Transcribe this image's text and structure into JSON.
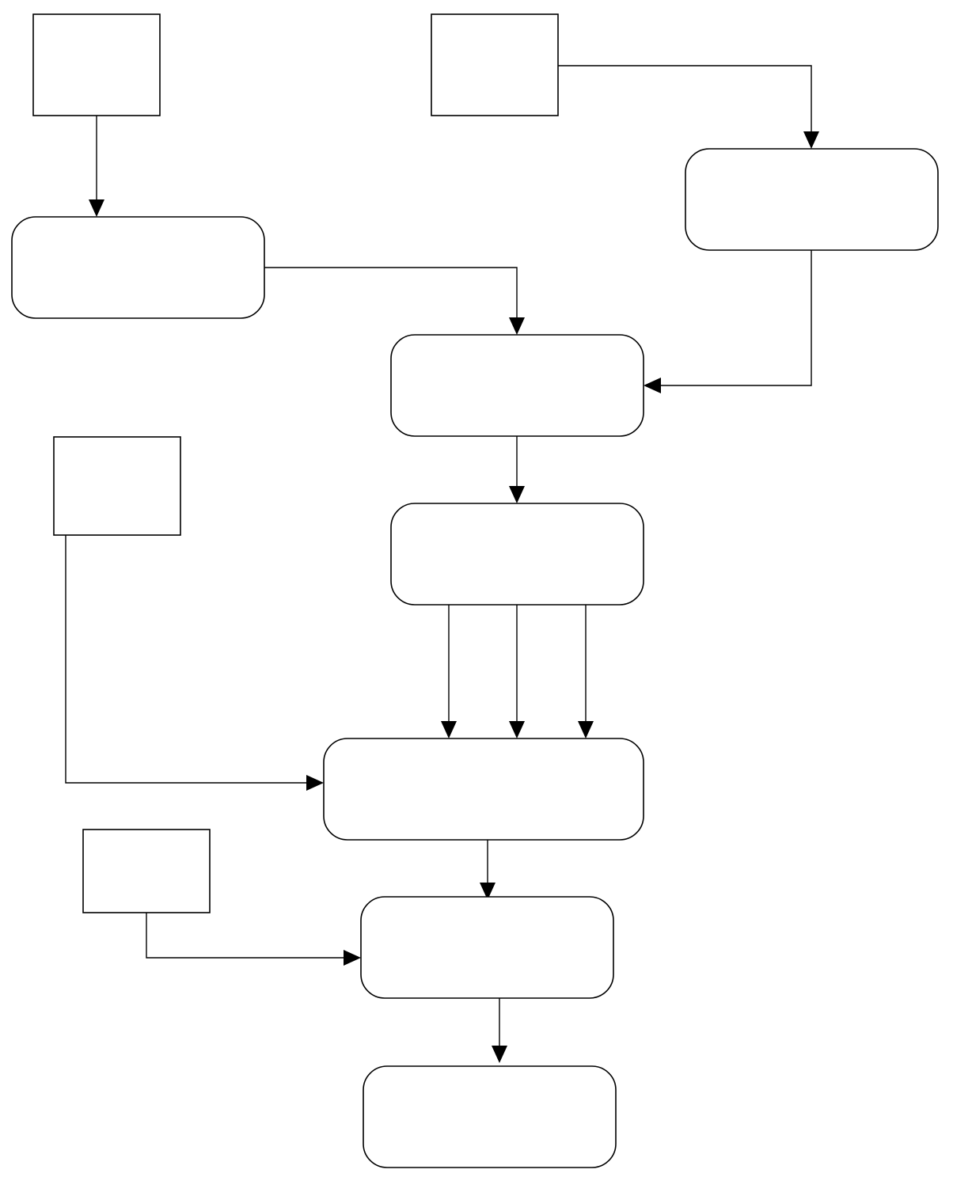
{
  "diagram": {
    "type": "flowchart",
    "colors": {
      "stroke": "#000000",
      "fill": "#ffffff",
      "background": "#ffffff"
    },
    "nodes": [
      {
        "id": "input-a",
        "shape": "rectangle",
        "label": ""
      },
      {
        "id": "input-b",
        "shape": "rectangle",
        "label": ""
      },
      {
        "id": "input-c",
        "shape": "rectangle",
        "label": ""
      },
      {
        "id": "input-d",
        "shape": "rectangle",
        "label": ""
      },
      {
        "id": "process-a",
        "shape": "rounded-rectangle",
        "label": ""
      },
      {
        "id": "process-b",
        "shape": "rounded-rectangle",
        "label": ""
      },
      {
        "id": "merge-1",
        "shape": "rounded-rectangle",
        "label": ""
      },
      {
        "id": "step-2",
        "shape": "rounded-rectangle",
        "label": ""
      },
      {
        "id": "merge-3",
        "shape": "rounded-rectangle",
        "label": ""
      },
      {
        "id": "step-4",
        "shape": "rounded-rectangle",
        "label": ""
      },
      {
        "id": "output",
        "shape": "rounded-rectangle",
        "label": ""
      }
    ],
    "edges": [
      {
        "from": "input-a",
        "to": "process-a"
      },
      {
        "from": "input-b",
        "to": "process-b"
      },
      {
        "from": "process-a",
        "to": "merge-1"
      },
      {
        "from": "process-b",
        "to": "merge-1"
      },
      {
        "from": "merge-1",
        "to": "step-2"
      },
      {
        "from": "step-2",
        "to": "merge-3"
      },
      {
        "from": "step-2",
        "to": "merge-3"
      },
      {
        "from": "step-2",
        "to": "merge-3"
      },
      {
        "from": "input-c",
        "to": "merge-3"
      },
      {
        "from": "merge-3",
        "to": "step-4"
      },
      {
        "from": "input-d",
        "to": "step-4"
      },
      {
        "from": "step-4",
        "to": "output"
      }
    ]
  }
}
